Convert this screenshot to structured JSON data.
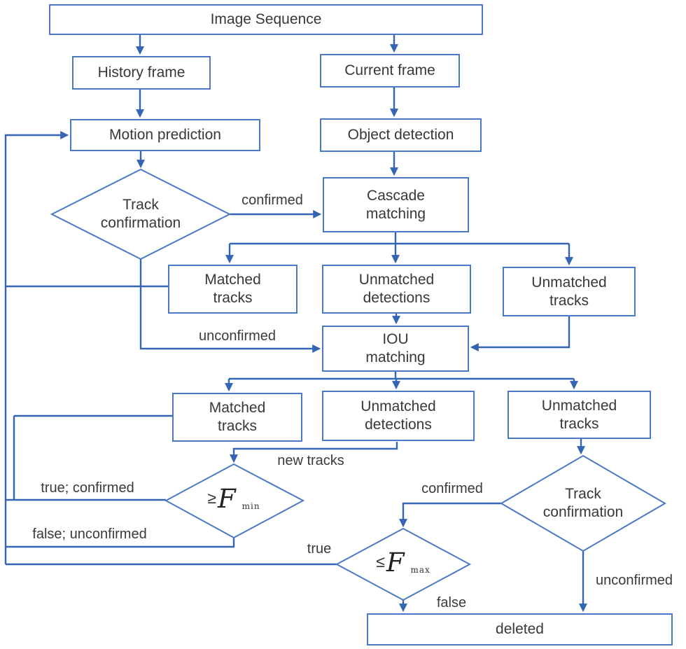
{
  "colors": {
    "box_border_blue": "#4a79c6",
    "connector_blue": "#3465b3",
    "text_dark": "#383838",
    "background": "#ffffff"
  },
  "nodes": {
    "image_sequence": "Image Sequence",
    "history_frame": "History frame",
    "current_frame": "Current frame",
    "motion_prediction": "Motion prediction",
    "object_detection": "Object detection",
    "track_confirmation_1": "Track\nconfirmation",
    "cascade_matching": "Cascade\nmatching",
    "matched_tracks_1": "Matched\ntracks",
    "unmatched_detections_1": "Unmatched\ndetections",
    "unmatched_tracks_1": "Unmatched\ntracks",
    "iou_matching": "IOU\nmatching",
    "matched_tracks_2": "Matched\ntracks",
    "unmatched_detections_2": "Unmatched\ndetections",
    "unmatched_tracks_2": "Unmatched\ntracks",
    "f_min": {
      "op": "≥",
      "symbol": "F",
      "subscript": "min"
    },
    "track_confirmation_2": "Track\nconfirmation",
    "f_max": {
      "op": "≤",
      "symbol": "F",
      "subscript": "max"
    },
    "deleted": "deleted"
  },
  "edge_labels": {
    "confirmed_1": "confirmed",
    "unconfirmed_1": "unconfirmed",
    "new_tracks": "new tracks",
    "true_confirmed": "true; confirmed",
    "false_unconfirmed": "false; unconfirmed",
    "confirmed_2": "confirmed",
    "true_2": "true",
    "false_2": "false",
    "unconfirmed_2": "unconfirmed"
  }
}
